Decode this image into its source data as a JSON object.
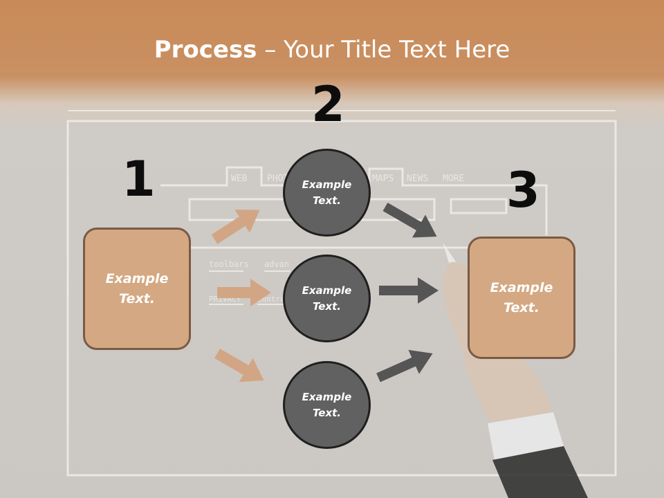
{
  "title": {
    "bold": "Process",
    "rest": " – Your Title Text Here"
  },
  "steps": {
    "one": "1",
    "two": "2",
    "three": "3"
  },
  "nodes": {
    "left_box": "Example Text.",
    "right_box": "Example Text.",
    "circle_top": "Example Text.",
    "circle_middle": "Example Text.",
    "circle_bottom": "Example Text."
  },
  "colors": {
    "header": "#c98a58",
    "box_fill": "#d4a882",
    "box_border": "#7a5a45",
    "circle_fill": "#616161",
    "arrow_in": "#d2a684",
    "arrow_out": "#555555"
  }
}
